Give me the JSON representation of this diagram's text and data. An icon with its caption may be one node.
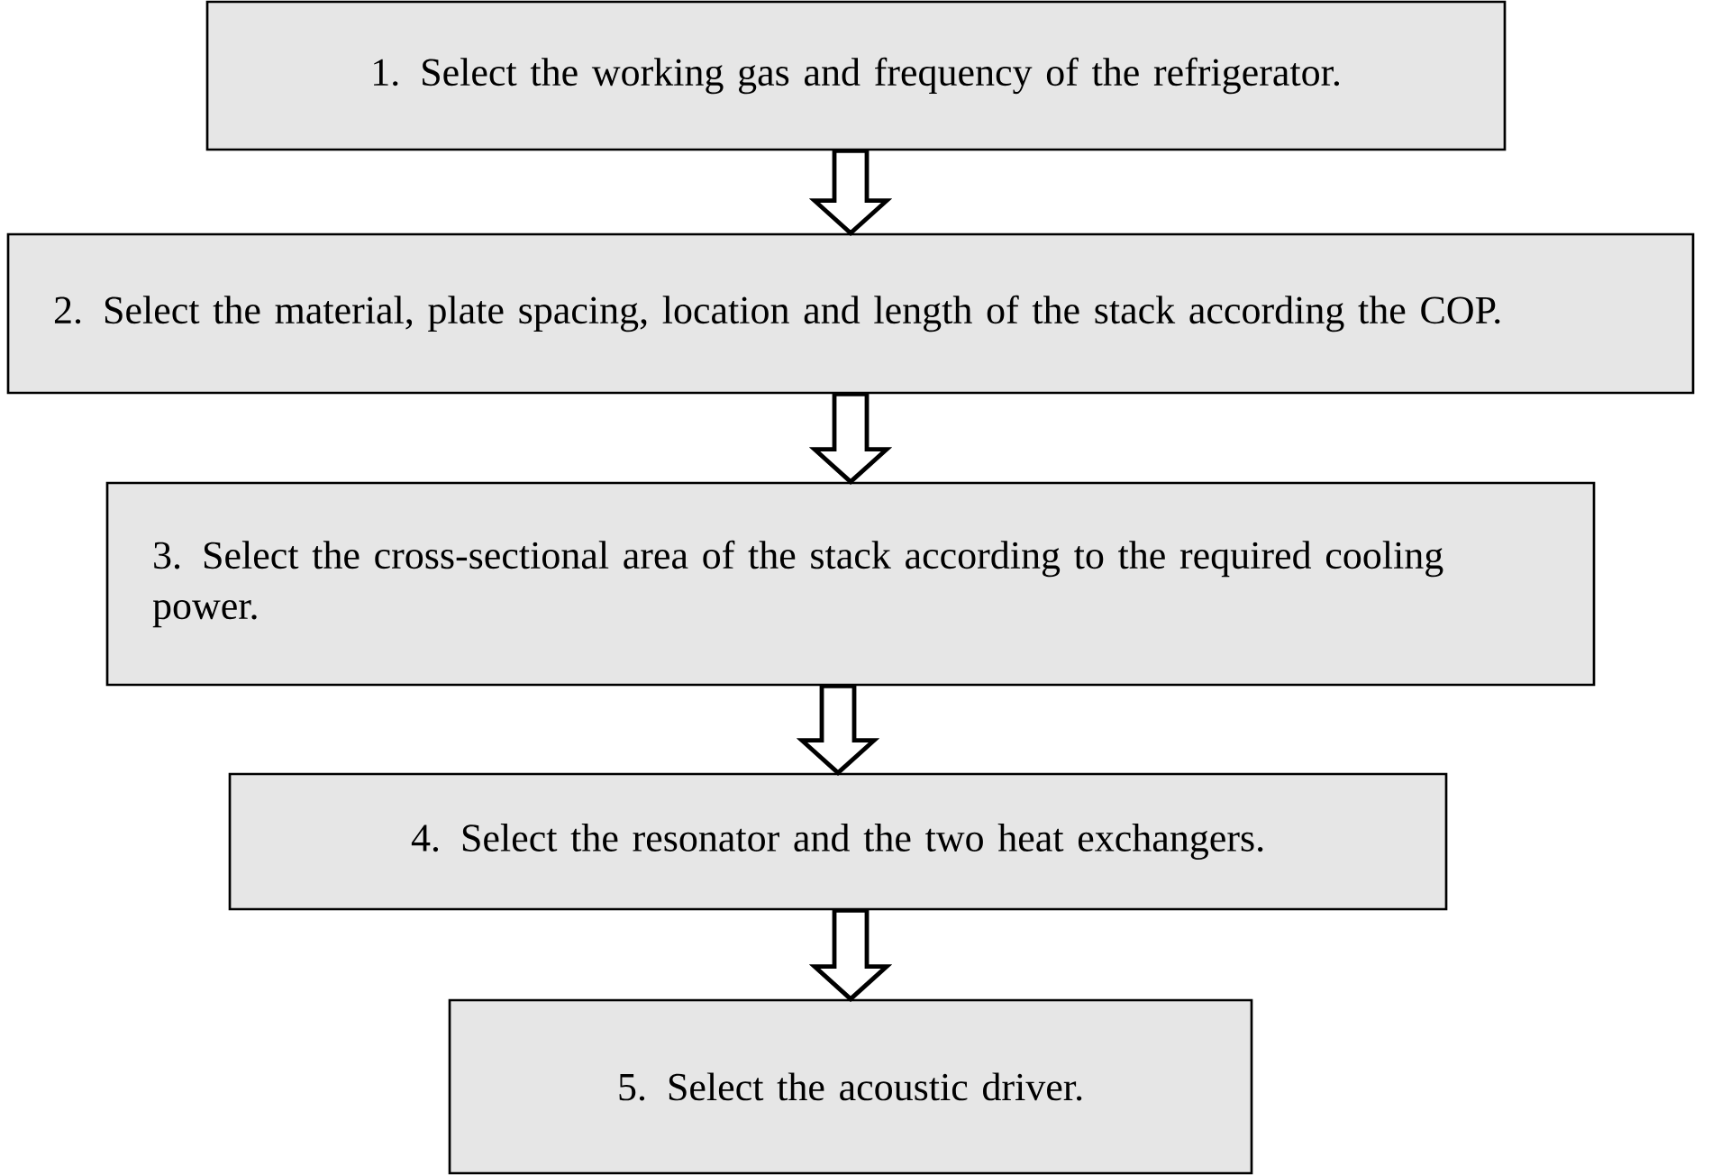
{
  "diagram": {
    "nodes": [
      {
        "text": [
          "1.  Select the working gas and frequency of the refrigerator."
        ]
      },
      {
        "text": [
          "2.  Select the material, plate spacing, location and length of the stack according the COP."
        ]
      },
      {
        "text": [
          "3.  Select the cross-sectional area of the stack according to the required cooling power."
        ]
      },
      {
        "text": [
          "4.  Select the resonator and the two heat exchangers."
        ]
      },
      {
        "text": [
          "5.  Select the acoustic driver."
        ]
      }
    ],
    "edges": [
      {
        "from": 0,
        "to": 1,
        "arrow": "to"
      },
      {
        "from": 1,
        "to": 2,
        "arrow": "to"
      },
      {
        "from": 2,
        "to": 3,
        "arrow": "to"
      },
      {
        "from": 3,
        "to": 4,
        "arrow": "to"
      }
    ]
  }
}
